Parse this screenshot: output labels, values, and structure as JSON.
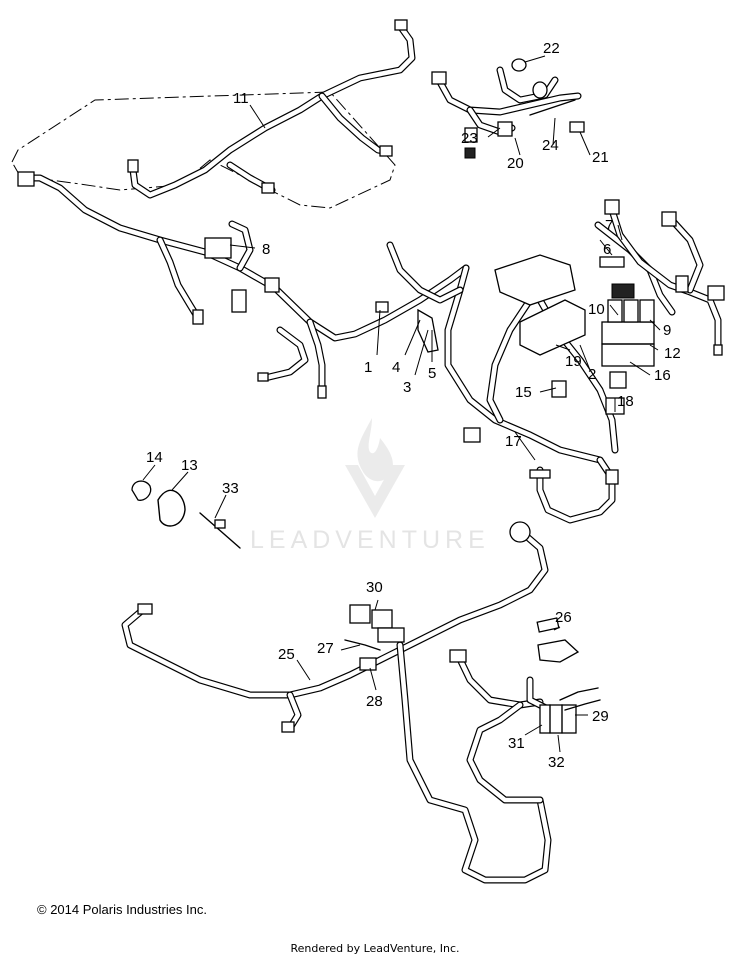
{
  "watermark": {
    "text": "LEADVENTURE"
  },
  "callouts": {
    "c1": "1",
    "c2": "2",
    "c3": "3",
    "c4": "4",
    "c5": "5",
    "c6": "6",
    "c7": "7",
    "c8": "8",
    "c9": "9",
    "c10": "10",
    "c11": "11",
    "c12": "12",
    "c13": "13",
    "c14": "14",
    "c15": "15",
    "c16": "16",
    "c17": "17",
    "c18": "18",
    "c19": "19",
    "c20": "20",
    "c21": "21",
    "c22": "22",
    "c23": "23",
    "c24": "24",
    "c25": "25",
    "c26": "26",
    "c27": "27",
    "c28": "28",
    "c29": "29",
    "c30": "30",
    "c31": "31",
    "c32": "32",
    "c33": "33"
  },
  "footer": {
    "copyright": "© 2014 Polaris Industries Inc.",
    "rendered_by": "Rendered by LeadVenture, Inc."
  }
}
